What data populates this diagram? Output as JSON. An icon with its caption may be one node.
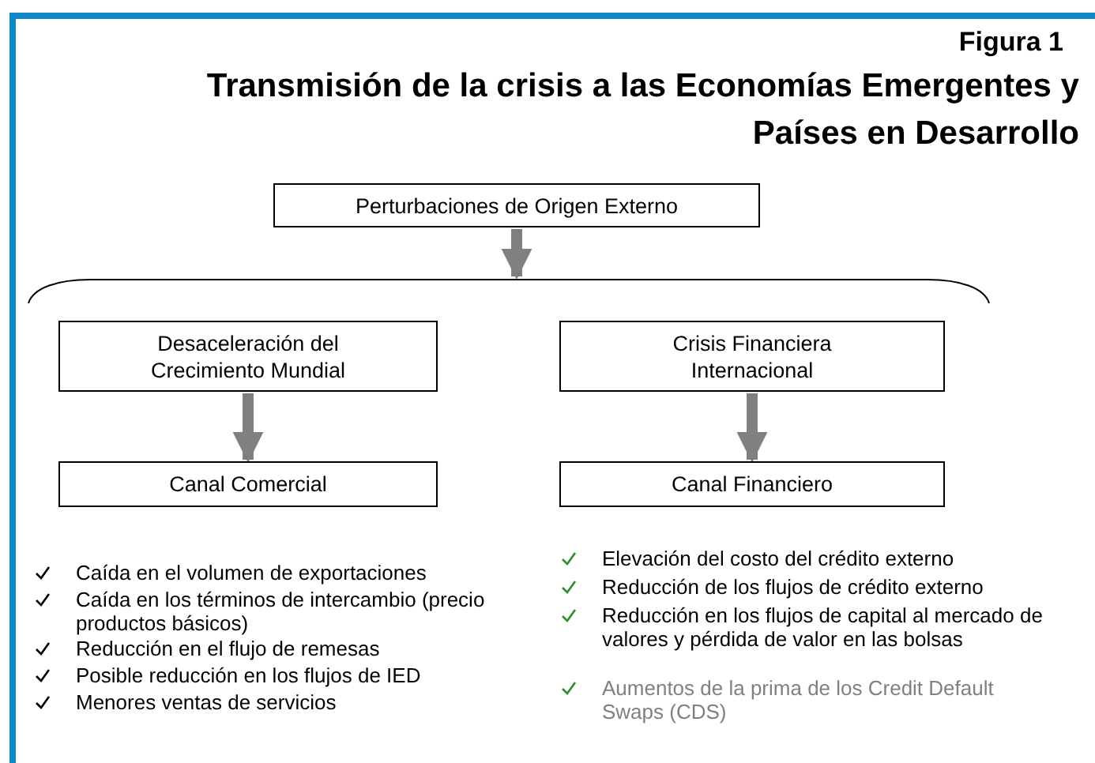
{
  "diagram": {
    "title": "Transmisión de la crisis a las Economías Emergentes y Países en Desarrollo",
    "nodes": [
      {
        "text": [
          "Perturbaciones de Origen Externo"
        ]
      },
      {
        "text": [],
        "shape": "brace"
      },
      {
        "text": [
          "Desaceleración del Crecimiento Mundial"
        ]
      },
      {
        "text": [
          "Crisis Financiera Internacional"
        ]
      },
      {
        "text": [
          "Canal Comercial"
        ]
      },
      {
        "text": [
          "Canal Financiero"
        ]
      }
    ],
    "edges": [
      {
        "from": 0,
        "to": 1,
        "arrow": "to"
      },
      {
        "from": 2,
        "to": 4,
        "arrow": "to"
      },
      {
        "from": 3,
        "to": 5,
        "arrow": "to"
      }
    ],
    "labels": [
      "Figura 1",
      "Caída en el volumen de exportaciones",
      "Caída en los términos de intercambio (precio productos básicos)",
      "Reducción en el flujo de remesas",
      "Posible reducción en los flujos de IED",
      "Menores ventas de servicios",
      "Elevación del costo del crédito externo",
      "Reducción de los flujos de crédito externo",
      "Reducción en los flujos de capital al mercado de valores y pérdida de valor en las bolsas",
      "Aumentos de la prima de los Credit Default Swaps (CDS)"
    ]
  }
}
